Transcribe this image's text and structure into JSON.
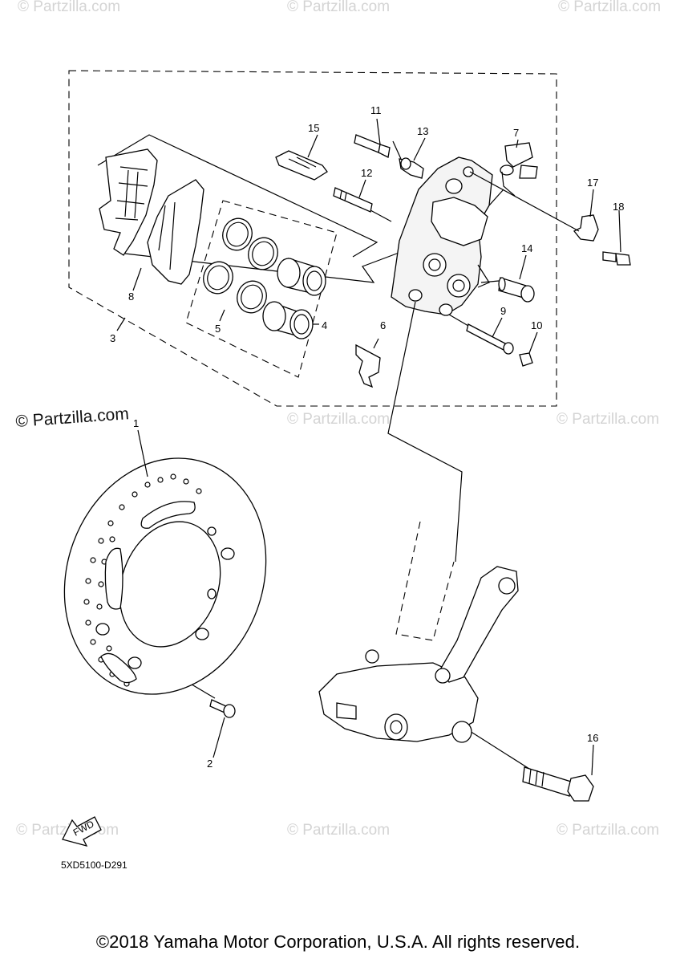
{
  "diagram": {
    "callouts": [
      {
        "id": "c1",
        "text": "1"
      },
      {
        "id": "c2",
        "text": "2"
      },
      {
        "id": "c3",
        "text": "3"
      },
      {
        "id": "c4",
        "text": "4"
      },
      {
        "id": "c5",
        "text": "5"
      },
      {
        "id": "c6",
        "text": "6"
      },
      {
        "id": "c7",
        "text": "7"
      },
      {
        "id": "c8",
        "text": "8"
      },
      {
        "id": "c9",
        "text": "9"
      },
      {
        "id": "c10",
        "text": "10"
      },
      {
        "id": "c11",
        "text": "11"
      },
      {
        "id": "c12",
        "text": "12"
      },
      {
        "id": "c13",
        "text": "13"
      },
      {
        "id": "c14",
        "text": "14"
      },
      {
        "id": "c15",
        "text": "15"
      },
      {
        "id": "c16",
        "text": "16"
      },
      {
        "id": "c17",
        "text": "17"
      },
      {
        "id": "c18",
        "text": "18"
      }
    ],
    "watermark_text": "© Partzilla.com",
    "watermark_main": "© Partzilla.com",
    "fwd_label": "FWD",
    "diagram_code": "5XD5100-D291"
  },
  "footer": {
    "copyright": "©2018 Yamaha Motor Corporation, U.S.A. All rights reserved."
  }
}
